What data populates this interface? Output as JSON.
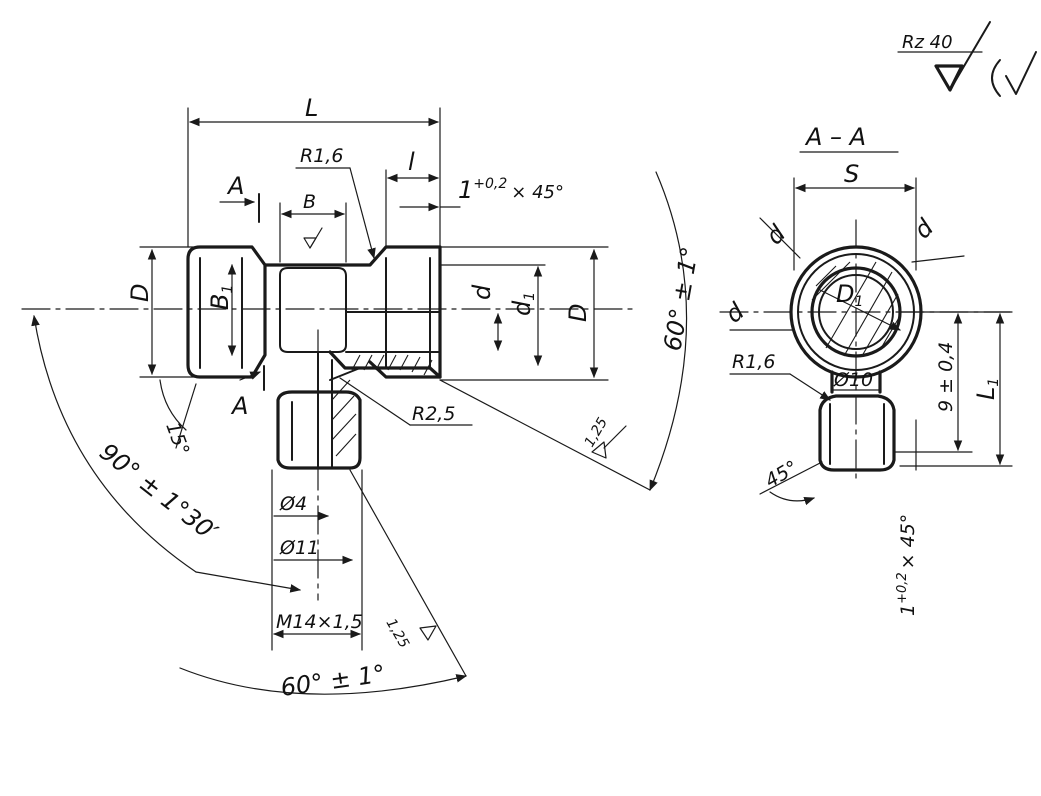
{
  "roughness": {
    "symbol_text": "Rz 40"
  },
  "section": {
    "title": "А – А"
  },
  "front_view": {
    "dims": {
      "L": "L",
      "l": "l",
      "R1_6": "R1,6",
      "A_top": "A",
      "A_bottom": "A",
      "B": "B",
      "B1": "B",
      "B1_sub": "1",
      "D_left": "D",
      "D_right": "D",
      "d": "d",
      "d1": "d",
      "d1_sub": "1",
      "chamfer": "1",
      "chamfer_tol": "+0,2",
      "chamfer_rest": "× 45°",
      "angle_15": "15°",
      "angle_90": "90° ± 1°30′",
      "angle_60_right": "60° ± 1°",
      "angle_60_bottom": "60° ± 1°",
      "R2_5": "R2,5",
      "dia4": "Ø4",
      "dia11": "Ø11",
      "thread": "M14×1,5",
      "rough_125_a": "1,25",
      "rough_125_b": "1,25"
    }
  },
  "section_view": {
    "dims": {
      "S": "S",
      "D1": "D",
      "D1_sub": "1",
      "R1_6": "R1,6",
      "dia10": "Ø10",
      "h9": "9 ± 0,4",
      "L1": "L",
      "L1_sub": "1",
      "angle_45": "45°",
      "chamfer_45": "1",
      "chamfer_45_tol": "+0,2",
      "chamfer_45_rest": "× 45°"
    }
  }
}
